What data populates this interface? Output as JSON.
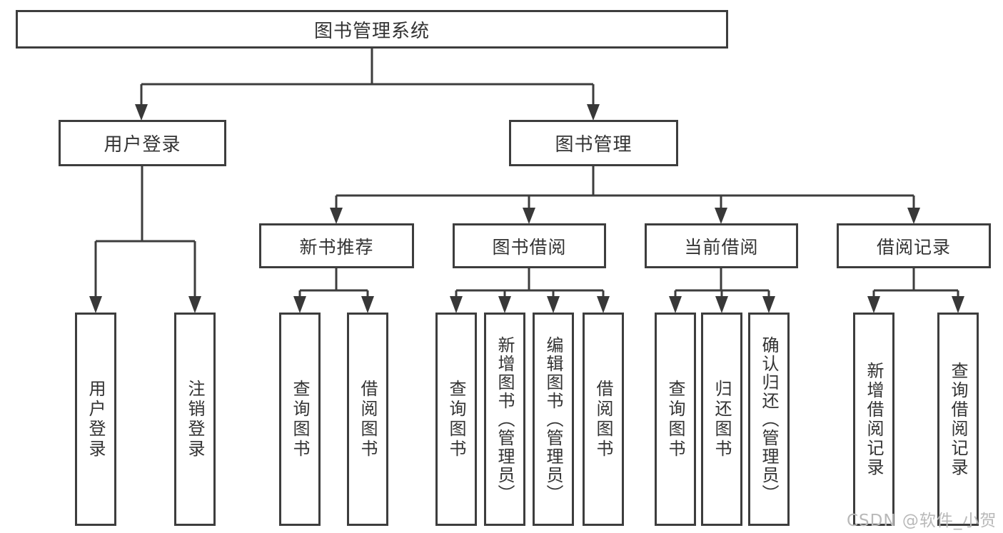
{
  "diagram_type": "hierarchy-tree",
  "title_box": "图书管理系统",
  "level2": {
    "user_login": "用户登录",
    "book_mgmt": "图书管理"
  },
  "level3": {
    "new_books": "新书推荐",
    "borrow": "图书借阅",
    "current": "当前借阅",
    "records": "借阅记录"
  },
  "leaves": {
    "user_login": [
      "用户登录",
      "注销登录"
    ],
    "new_books": [
      "查询图书",
      "借阅图书"
    ],
    "borrow": [
      "查询图书",
      "新增图书（管理员）",
      "编辑图书（管理员）",
      "借阅图书"
    ],
    "current": [
      "查询图书",
      "归还图书",
      "确认归还（管理员）"
    ],
    "records": [
      "新增借阅记录",
      "查询借阅记录"
    ]
  },
  "watermark": "CSDN @软件_小贺同学",
  "colors": {
    "line": "#3d3d3d",
    "text": "#333333",
    "watermark": "#b9b9b9",
    "background": "#ffffff"
  }
}
